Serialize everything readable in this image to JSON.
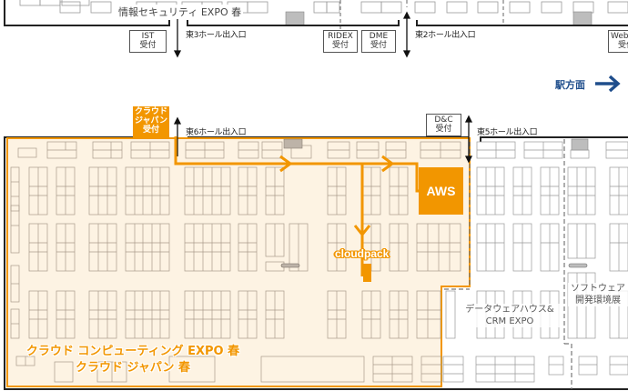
{
  "top_halls": {
    "title": "情報セキュリティ EXPO 春",
    "entrances": [
      {
        "label": "東3ホール出入口"
      },
      {
        "label": "東2ホール出入口"
      }
    ],
    "reception_booths": [
      {
        "line1": "IST",
        "line2": "受付"
      },
      {
        "line1": "RIDEX",
        "line2": "受付"
      },
      {
        "line1": "DME",
        "line2": "受付"
      },
      {
        "line1": "Web",
        "line2": "受付"
      }
    ]
  },
  "direction": {
    "label": "駅方面",
    "icon": "arrow-right-icon",
    "color": "#1f4e8c"
  },
  "bottom_halls": {
    "entrances": [
      {
        "label": "東6ホール出入口"
      },
      {
        "label": "東5ホール出入口"
      }
    ],
    "reception_booths": [
      {
        "line1": "クラウド",
        "line2": "ジャパン",
        "line3": "受付",
        "highlight": true
      },
      {
        "line1": "D&C",
        "line2": "受付",
        "highlight": false
      }
    ],
    "highlighted_exhibition": {
      "line1": "クラウド コンピューティング EXPO 春",
      "line2": "クラウド ジャパン 春",
      "color": "#f29600",
      "fill": "#fdf3e3"
    },
    "other_exhibitions": [
      {
        "line1": "データウェアハウス&",
        "line2": "CRM EXPO"
      },
      {
        "line1": "ソフトウェア",
        "line2": "開発環境展"
      }
    ],
    "booths": [
      {
        "name": "AWS",
        "color": "#f29600"
      },
      {
        "name": "cloudpack",
        "color": "#f29600"
      }
    ]
  },
  "colors": {
    "accent": "#f29600",
    "hall_fill": "#fdf3e3",
    "booth_line": "#a89a8a",
    "grey_booth_line": "#999999",
    "wall": "#222222",
    "facility": "#bdbdbd"
  }
}
